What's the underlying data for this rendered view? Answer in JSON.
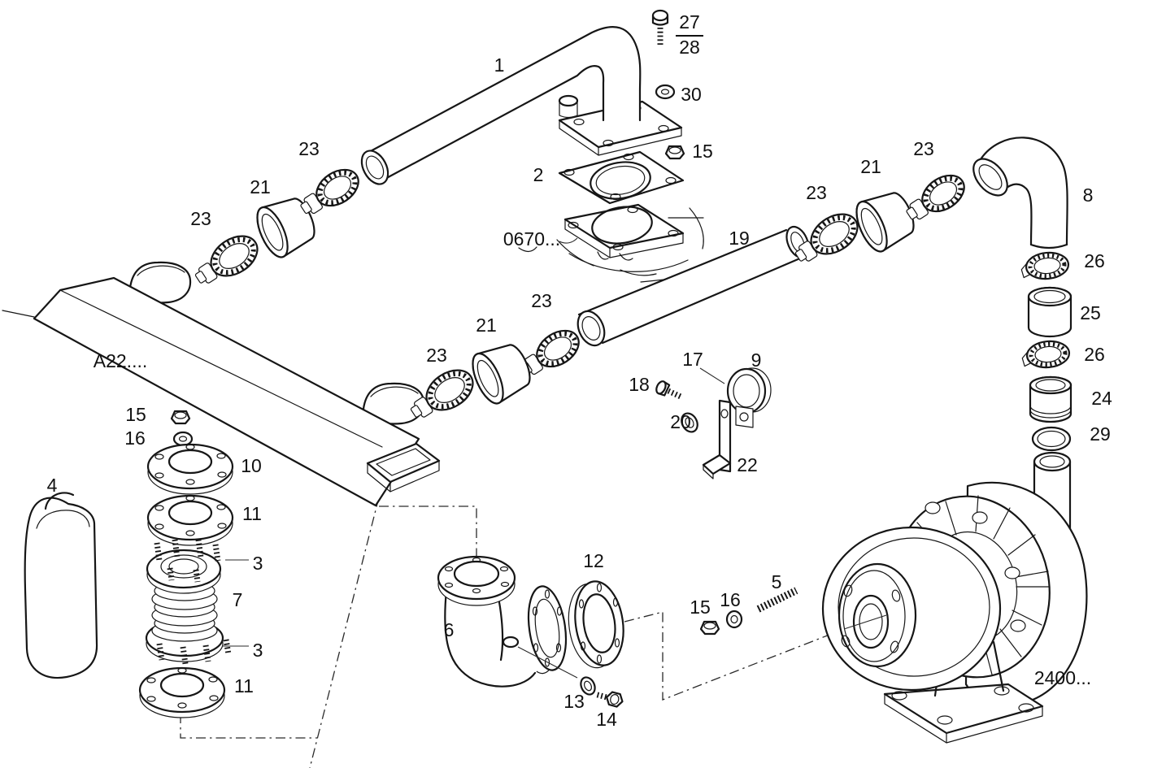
{
  "diagram": {
    "kind": "exploded-parts-diagram",
    "background_color": "#ffffff",
    "line_color": "#161616",
    "callouts": [
      {
        "text": "1"
      },
      {
        "text": "27"
      },
      {
        "text": "28"
      },
      {
        "text": "30"
      },
      {
        "text": "15"
      },
      {
        "text": "2"
      },
      {
        "text": "23"
      },
      {
        "text": "21"
      },
      {
        "text": "23"
      },
      {
        "text": "19"
      },
      {
        "text": "23"
      },
      {
        "text": "21"
      },
      {
        "text": "23"
      },
      {
        "text": "8"
      },
      {
        "text": "26"
      },
      {
        "text": "25"
      },
      {
        "text": "26"
      },
      {
        "text": "24"
      },
      {
        "text": "29"
      },
      {
        "text": "23"
      },
      {
        "text": "21"
      },
      {
        "text": "23"
      },
      {
        "text": "17"
      },
      {
        "text": "9"
      },
      {
        "text": "18"
      },
      {
        "text": "20"
      },
      {
        "text": "22"
      },
      {
        "text": "15"
      },
      {
        "text": "16"
      },
      {
        "text": "10"
      },
      {
        "text": "11"
      },
      {
        "text": "4"
      },
      {
        "text": "3"
      },
      {
        "text": "7"
      },
      {
        "text": "3"
      },
      {
        "text": "11"
      },
      {
        "text": "12"
      },
      {
        "text": "6"
      },
      {
        "text": "13"
      },
      {
        "text": "14"
      },
      {
        "text": "15"
      },
      {
        "text": "16"
      },
      {
        "text": "5"
      }
    ],
    "ref_labels": [
      {
        "text": "A22...."
      },
      {
        "text": "0670..."
      },
      {
        "text": "2400..."
      }
    ]
  }
}
